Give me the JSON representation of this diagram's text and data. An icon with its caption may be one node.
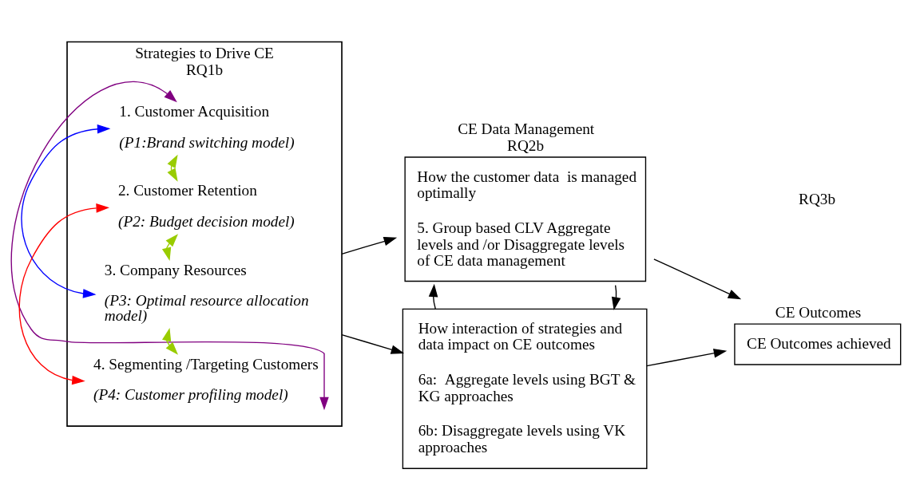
{
  "diagram": {
    "nodes": [
      {
        "text": [
          "Strategies to Drive CE",
          "RQ1b"
        ]
      },
      {
        "text": [
          "1. Customer Acquisition",
          "(P1:Brand switching model)"
        ],
        "in": 0
      },
      {
        "text": [
          "2. Customer Retention",
          "(P2: Budget decision model)"
        ],
        "in": 0
      },
      {
        "text": [
          "3. Company Resources",
          "(P3: Optimal resource allocation model)"
        ],
        "in": 0
      },
      {
        "text": [
          "4. Segmenting /Targeting Customers",
          "(P4: Customer profiling model)"
        ],
        "in": 0
      },
      {
        "text": [
          "CE Data Management",
          "RQ2b",
          "How the customer data  is managed optimally",
          "5. Group based CLV Aggregate levels and /or Disaggregate levels of CE data management"
        ]
      },
      {
        "text": [
          "CE Outcomes",
          "CE Outcomes achieved"
        ]
      },
      {
        "text": [
          "How interaction of strategies and data impact on CE outcomes",
          "6a:  Aggregate levels using BGT & KG approaches",
          "6b: Disaggregate levels using VK approaches"
        ]
      }
    ],
    "edges": [
      {
        "from": 1,
        "to": 2,
        "arrow": "both",
        "color": "#99cc00"
      },
      {
        "from": 2,
        "to": 3,
        "arrow": "both",
        "color": "#99cc00"
      },
      {
        "from": 3,
        "to": 4,
        "arrow": "both",
        "color": "#99cc00"
      },
      {
        "from": 1,
        "to": 3,
        "arrow": "both",
        "color": "#0000ff"
      },
      {
        "from": 2,
        "to": 4,
        "arrow": "both",
        "color": "#ff0000"
      },
      {
        "from": 1,
        "to": 4,
        "arrow": "both",
        "color": "#800080"
      },
      {
        "from": 0,
        "to": 5,
        "arrow": "to"
      },
      {
        "from": 0,
        "to": 7,
        "arrow": "to"
      },
      {
        "from": 5,
        "to": 6,
        "arrow": "to"
      },
      {
        "from": 5,
        "to": 7,
        "arrow": "to"
      },
      {
        "from": 7,
        "to": 5,
        "arrow": "to"
      },
      {
        "from": 7,
        "to": 6,
        "arrow": "to"
      }
    ],
    "labels": [
      "RQ3b"
    ]
  }
}
